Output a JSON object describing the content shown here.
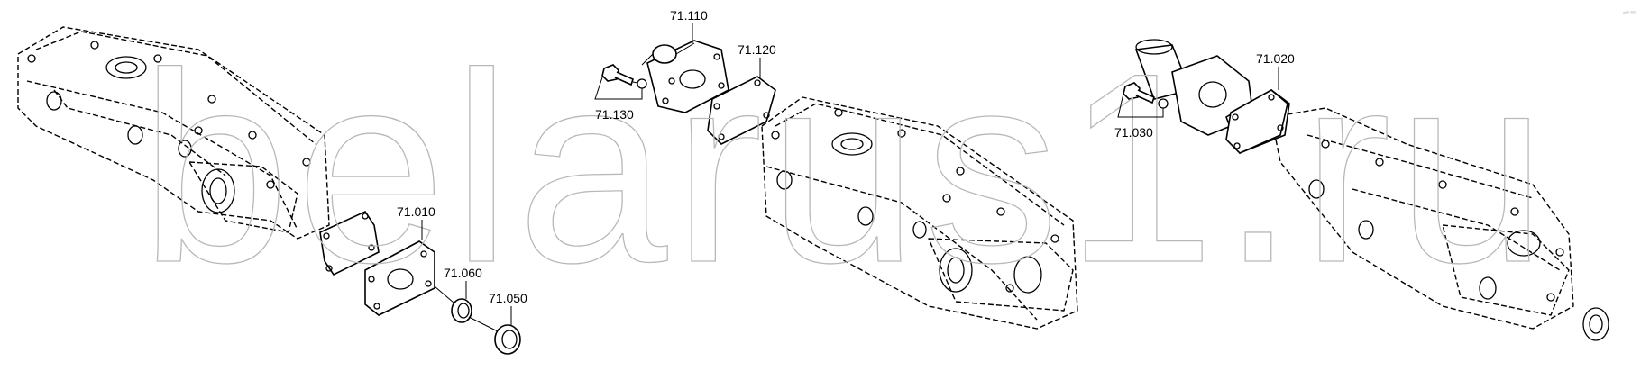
{
  "watermark": {
    "text": "belarus1.ru"
  },
  "corner_mark": "a⁰⁰ ⁰⁰⁰",
  "callouts": [
    {
      "id": "71.110",
      "label": "71.110"
    },
    {
      "id": "71.120",
      "label": "71.120"
    },
    {
      "id": "71.130",
      "label": "71.130"
    },
    {
      "id": "71.010",
      "label": "71.010"
    },
    {
      "id": "71.060",
      "label": "71.060"
    },
    {
      "id": "71.050",
      "label": "71.050"
    },
    {
      "id": "71.020",
      "label": "71.020"
    },
    {
      "id": "71.030",
      "label": "71.030"
    }
  ]
}
